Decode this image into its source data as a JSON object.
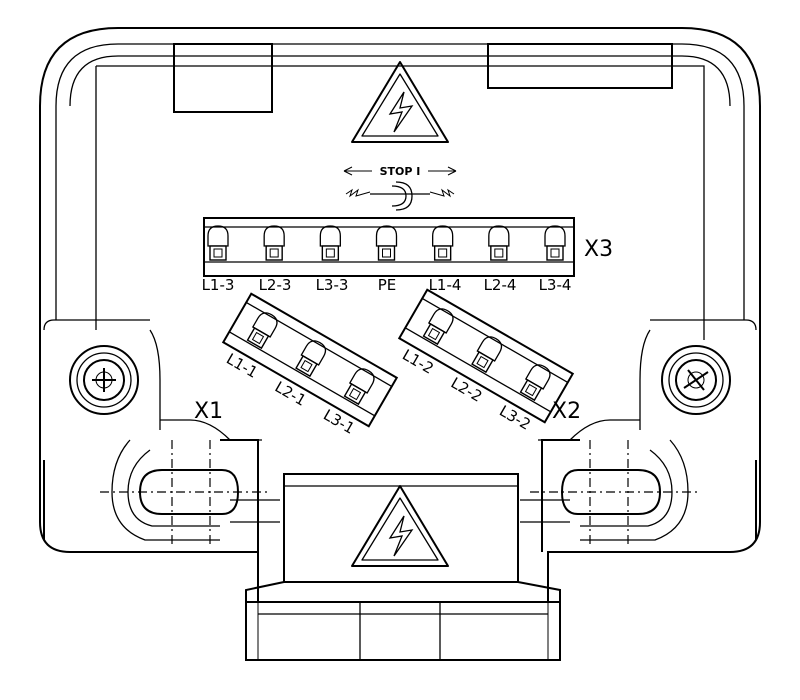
{
  "stop_label": "STOP I",
  "terminal_blocks": [
    {
      "id": "X3",
      "label": "X3",
      "terminals": [
        "L1-3",
        "L2-3",
        "L3-3",
        "PE",
        "L1-4",
        "L2-4",
        "L3-4"
      ]
    },
    {
      "id": "X1",
      "label": "X1",
      "terminals": [
        "L1-1",
        "L2-1",
        "L3-1"
      ]
    },
    {
      "id": "X2",
      "label": "X2",
      "terminals": [
        "L1-2",
        "L2-2",
        "L3-2"
      ]
    }
  ],
  "icons": [
    "high-voltage-warning-icon",
    "cable-symbol-icon",
    "screw-icon",
    "mounting-slot-icon"
  ]
}
